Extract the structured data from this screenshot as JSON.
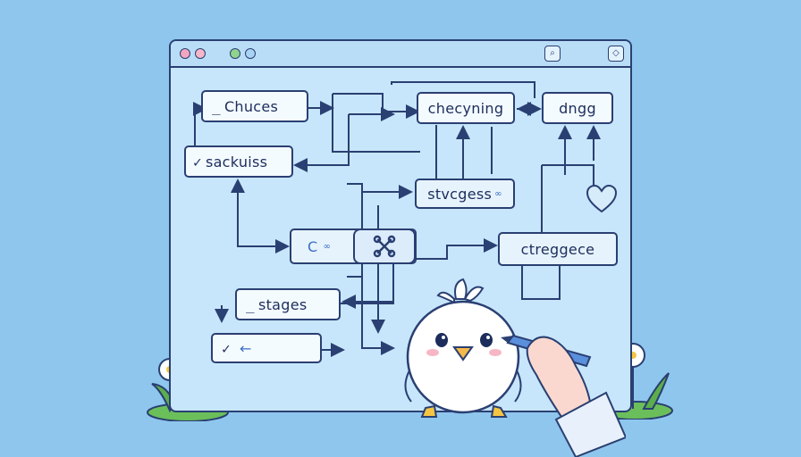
{
  "window": {
    "buttons": [
      "search",
      "expand"
    ]
  },
  "nodes": {
    "chuces": {
      "prefix": "_",
      "label": "Chuces"
    },
    "sackuiss": {
      "prefix": "✓",
      "label": "sackuiss"
    },
    "checyning": {
      "label": "checyning"
    },
    "dngg": {
      "label": "dngg"
    },
    "stvcgess": {
      "label": "stvcgess"
    },
    "c_node": {
      "label": "C"
    },
    "ctreggece": {
      "label": "ctreggece"
    },
    "stages": {
      "prefix": "_",
      "label": "stages"
    },
    "empty_node": {
      "prefix": "✓",
      "label": "←"
    }
  },
  "colors": {
    "background": "#8fc6ee",
    "window": "#c7e6fb",
    "stroke": "#2a3f72",
    "node": "#f4fbff"
  },
  "icons": [
    "wrench-cross-icon",
    "heart-icon",
    "chick-mascot",
    "hand-with-pen",
    "flower-icon"
  ]
}
